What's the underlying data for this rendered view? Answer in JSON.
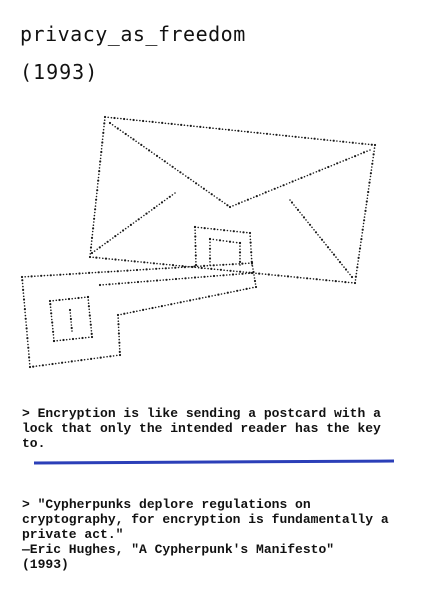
{
  "title": "privacy_as_freedom",
  "year": "(1993)",
  "art": {
    "description_icon": "envelope-and-padlock-ascii-art",
    "dot_color": "#1a1a1a"
  },
  "note": {
    "prefix": "> ",
    "text": "Encryption is like sending a postcard with a lock that only the intended reader has the key to."
  },
  "divider_color": "#2b3fb8",
  "quote": {
    "prefix": "> ",
    "text": "\"Cypherpunks deplore regulations on cryptography, for encryption is fundamentally a private act.\"",
    "attribution": "—Eric Hughes, \"A Cypherpunk's Manifesto\"",
    "year": "(1993)"
  }
}
